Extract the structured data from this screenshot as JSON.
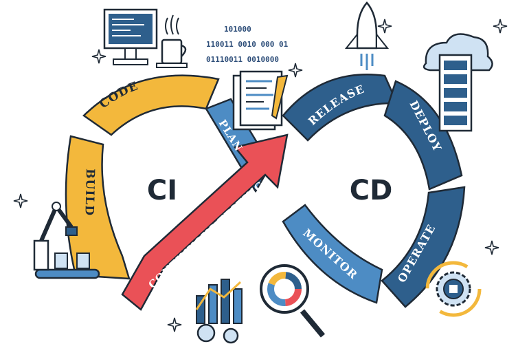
{
  "center_labels": {
    "ci": "CI",
    "cd": "CD"
  },
  "stages": {
    "code": "CODE",
    "build": "BUILD",
    "plan": "PLAN",
    "testing": "CONTINUOUS TESTING",
    "release": "RELEASE",
    "deploy": "DEPLOY",
    "operate": "OPERATE",
    "monitor": "MONITOR"
  },
  "binary": [
    "101000",
    "110011 0010  000 01",
    "01110011 0010000"
  ],
  "colors": {
    "yellow": "#f3b83c",
    "red": "#ea5157",
    "blue_dark": "#2e5f8c",
    "blue_light": "#4d8cc4",
    "outline": "#1f2a36"
  },
  "icons": [
    "computer-monitor-icon",
    "coffee-cup-icon",
    "rocket-icon",
    "cloud-server-icon",
    "document-pencil-icon",
    "robot-arm-icon",
    "bar-chart-icon",
    "magnifier-pie-icon",
    "gear-cycle-icon",
    "sparkle-icon"
  ]
}
